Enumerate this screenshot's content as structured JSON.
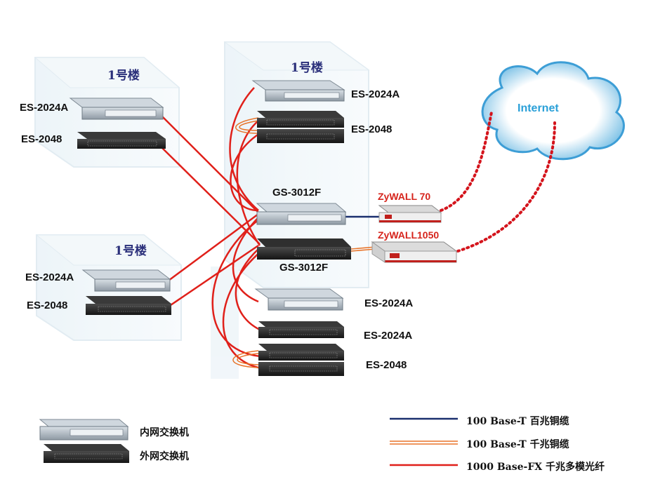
{
  "buildings": {
    "left_top": "1号楼",
    "center": "1号楼",
    "left_bottom": "1号楼"
  },
  "devices": {
    "lt_es2024a": "ES-2024A",
    "lt_es2048": "ES-2048",
    "c_es2024a": "ES-2024A",
    "c_es2048": "ES-2048",
    "core_top": "GS-3012F",
    "core_bottom": "GS-3012F",
    "firewall_top": "ZyWALL  70",
    "firewall_bottom": "ZyWALL1050",
    "lb_es2024a": "ES-2024A",
    "lb_es2048": "ES-2048",
    "cb_es2024a_1": "ES-2024A",
    "cb_es2024a_2": "ES-2024A",
    "cb_es2048": "ES-2048"
  },
  "cloud": {
    "label": "Internet"
  },
  "legend": {
    "internal_switch": "内网交换机",
    "external_switch": "外网交换机",
    "line_100base_t_100m": "100 Base-T  百兆铜缆",
    "line_100base_t_1000m": "100 Base-T 千兆铜缆",
    "line_1000base_fx": "1000 Base-FX 千兆多模光纤"
  },
  "colors": {
    "fiber": "#e0201a",
    "copper_100m": "#1a2f6e",
    "copper_1000m": "#e8742a",
    "internet_link": "#d4141c",
    "light_switch": "#b9c3cb",
    "dark_switch": "#2a2a2a"
  }
}
